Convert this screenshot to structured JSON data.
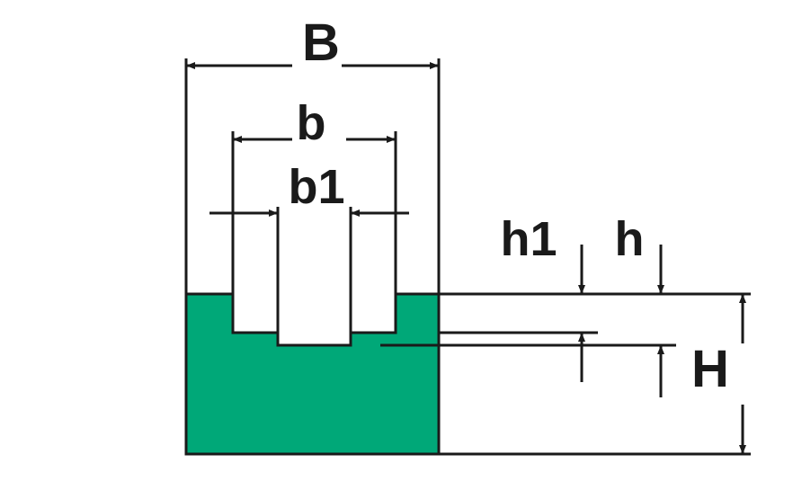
{
  "labels": {
    "B": "B",
    "b": "b",
    "b1": "b1",
    "h1": "h1",
    "h": "h",
    "H": "H"
  },
  "colors": {
    "profile_fill": "#00a878",
    "line": "#1a1a1a"
  }
}
